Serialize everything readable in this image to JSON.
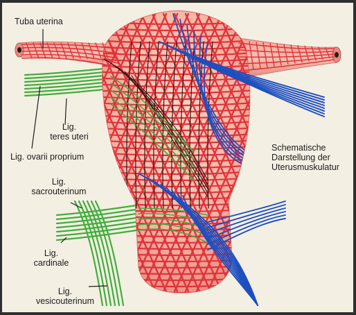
{
  "labels": {
    "tuba_uterina": "Tuba uterina",
    "teres_uteri": [
      "Lig.",
      "teres uteri"
    ],
    "ovarii_proprium": "Lig. ovarii proprium",
    "sacrouterinum": [
      "Lig.",
      "sacrouterinum"
    ],
    "cardinale": [
      "Lig.",
      "cardinale"
    ],
    "vesicouterinum": [
      "Lig.",
      "vesicouterinum"
    ],
    "caption": [
      "Schematische",
      "Darstellung der",
      "Uterusmuskulatur"
    ]
  },
  "colors": {
    "red_fibers": "#e2323b",
    "blue_fibers": "#1e4fc0",
    "green_fibers": "#3fae3a",
    "body_fill": "#f6b7a6",
    "dark_fibers": "#2a1a14",
    "background": "#f4efe3"
  }
}
